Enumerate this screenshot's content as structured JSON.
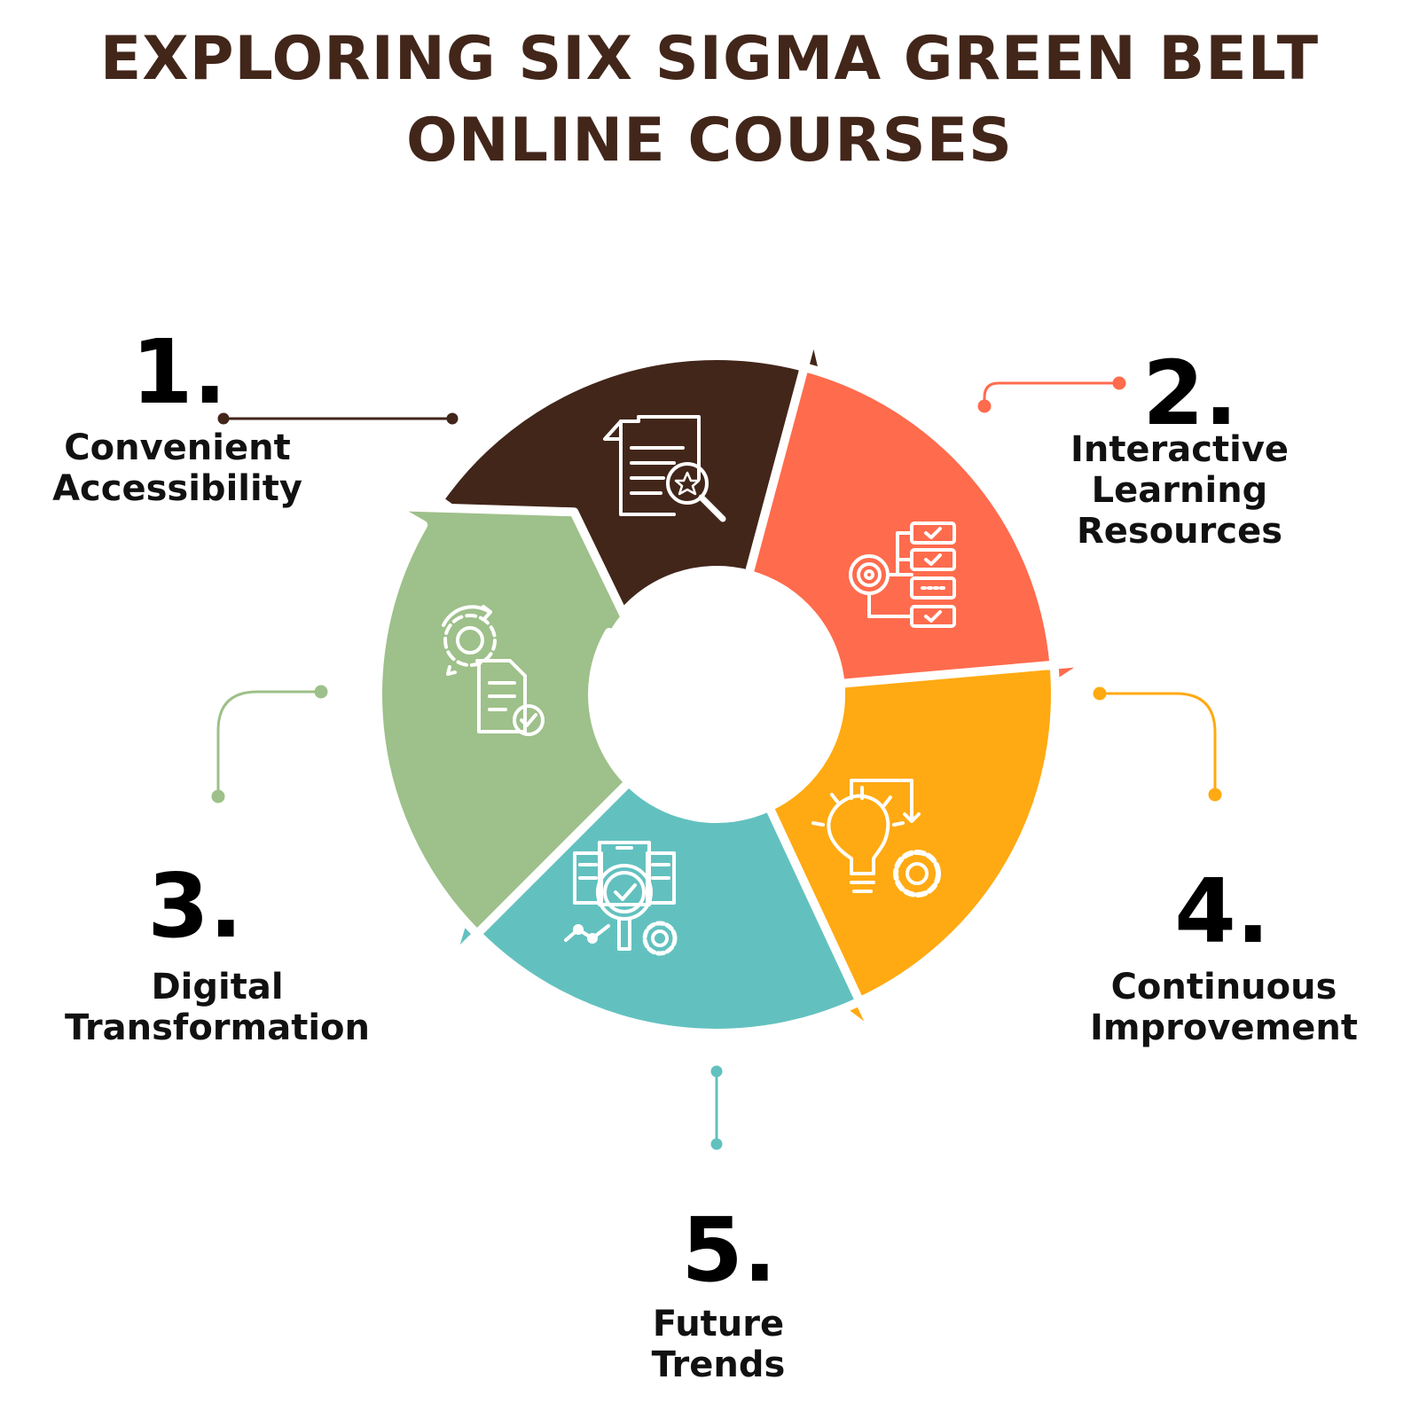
{
  "title": {
    "line1": "EXPLORING SIX SIGMA GREEN BELT",
    "line2": "ONLINE COURSES"
  },
  "colors": {
    "title": "#42261a",
    "segment_1": "#42261a",
    "segment_2": "#ff6b4d",
    "segment_3": "#9ec08a",
    "segment_4": "#ffaa12",
    "segment_5": "#62c1bf"
  },
  "items": [
    {
      "number": "1.",
      "line1": "Convenient",
      "line2": "Accessibility",
      "icon": "document-search-star-icon"
    },
    {
      "number": "2.",
      "line1": "Interactive",
      "line2": "Learning",
      "line3": "Resources",
      "icon": "target-checklist-icon"
    },
    {
      "number": "3.",
      "line1": "Digital",
      "line2": "Transformation",
      "icon": "gear-document-check-icon"
    },
    {
      "number": "4.",
      "line1": "Continuous",
      "line2": "Improvement",
      "icon": "lightbulb-gear-icon"
    },
    {
      "number": "5.",
      "line1": "Future",
      "line2": "Trends",
      "icon": "analysis-magnifier-gear-icon"
    }
  ]
}
